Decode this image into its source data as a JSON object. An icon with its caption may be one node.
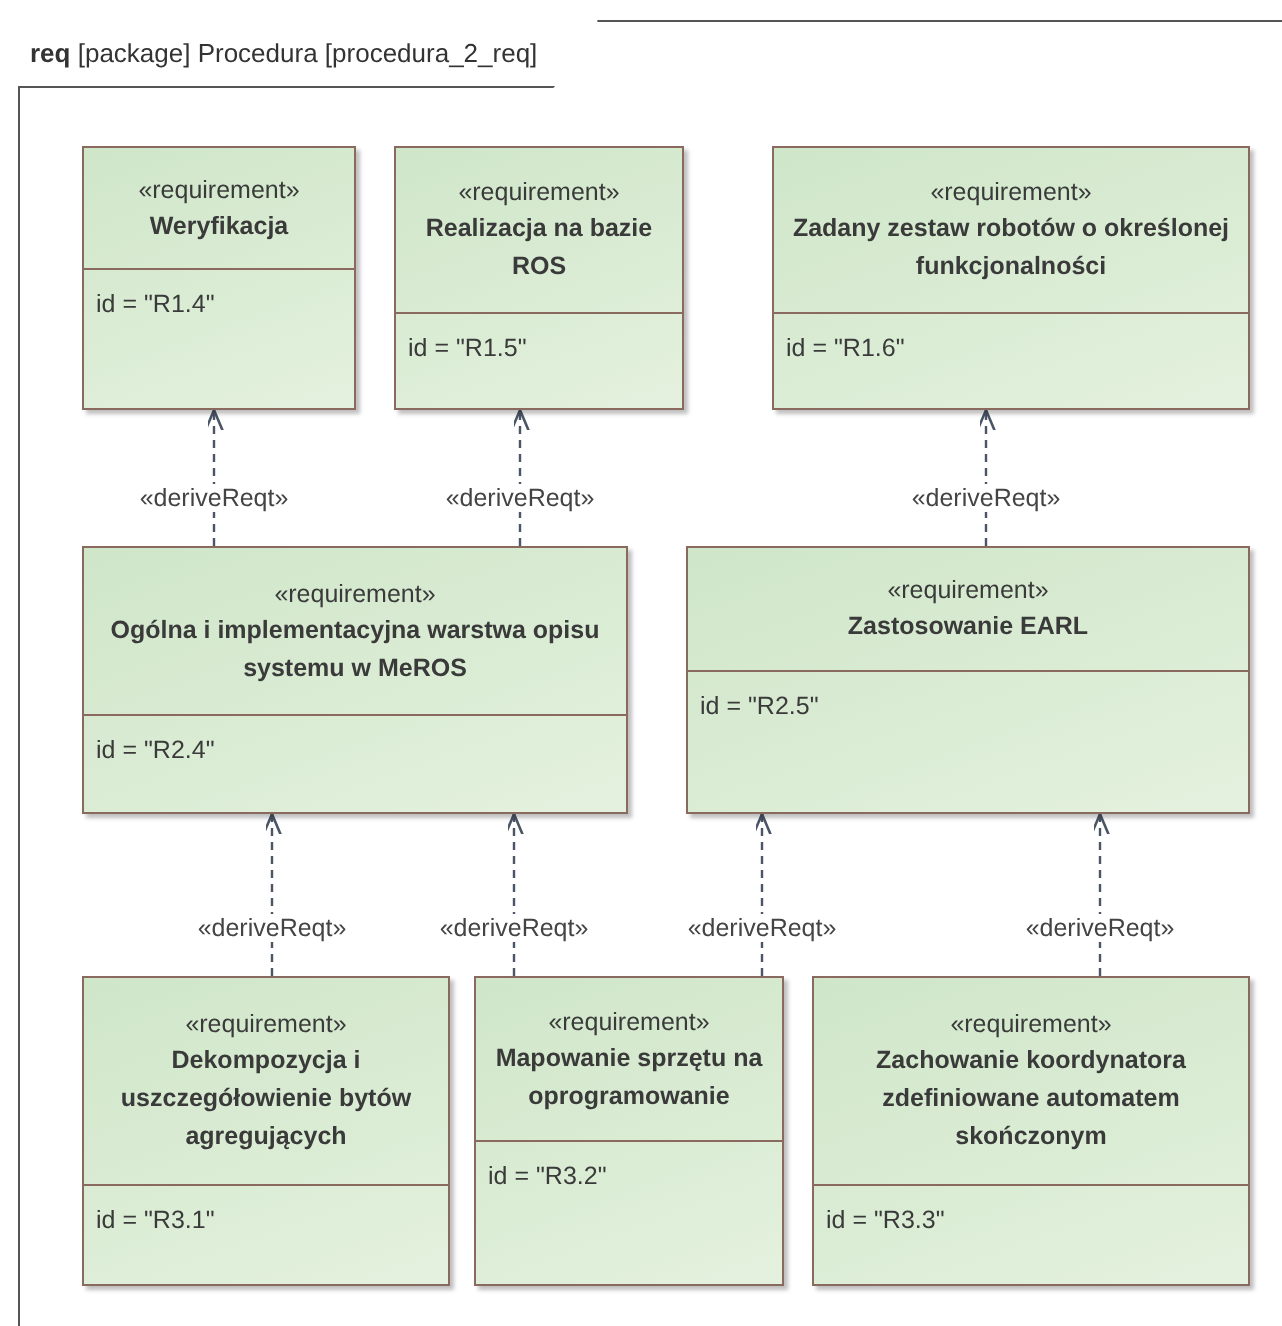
{
  "diagram": {
    "title": "**req** [package] Procedura [procedura_2_req]",
    "nodes": [
      {
        "text": [
          "«requirement»",
          "Weryfikacja",
          "id = \"R1.4\""
        ]
      },
      {
        "text": [
          "«requirement»",
          "Realizacja na bazie ROS",
          "id = \"R1.5\""
        ]
      },
      {
        "text": [
          "«requirement»",
          "Zadany zestaw robotów o określonej funkcjonalności",
          "id = \"R1.6\""
        ]
      },
      {
        "text": [
          "«requirement»",
          "Ogólna i implementacyjna warstwa opisu systemu w MeROS",
          "id = \"R2.4\""
        ]
      },
      {
        "text": [
          "«requirement»",
          "Zastosowanie EARL",
          "id = \"R2.5\""
        ]
      },
      {
        "text": [
          "«requirement»",
          "Dekompozycja i uszczegółowienie bytów agregujących",
          "id = \"R3.1\""
        ]
      },
      {
        "text": [
          "«requirement»",
          "Mapowanie sprzętu na oprogramowanie",
          "id = \"R3.2\""
        ]
      },
      {
        "text": [
          "«requirement»",
          "Zachowanie koordynatora zdefiniowane automatem skończonym",
          "id = \"R3.3\""
        ]
      }
    ],
    "edges": [
      {
        "from": 3,
        "to": 0,
        "arrow": "to",
        "style": "dashed",
        "label": "«deriveReqt»"
      },
      {
        "from": 3,
        "to": 1,
        "arrow": "to",
        "style": "dashed",
        "label": "«deriveReqt»"
      },
      {
        "from": 4,
        "to": 2,
        "arrow": "to",
        "style": "dashed",
        "label": "«deriveReqt»"
      },
      {
        "from": 5,
        "to": 3,
        "arrow": "to",
        "style": "dashed",
        "label": "«deriveReqt»"
      },
      {
        "from": 6,
        "to": 3,
        "arrow": "to",
        "style": "dashed",
        "label": "«deriveReqt»"
      },
      {
        "from": 6,
        "to": 4,
        "arrow": "to",
        "style": "dashed",
        "label": "«deriveReqt»"
      },
      {
        "from": 7,
        "to": 4,
        "arrow": "to",
        "style": "dashed",
        "label": "«deriveReqt»"
      }
    ]
  }
}
